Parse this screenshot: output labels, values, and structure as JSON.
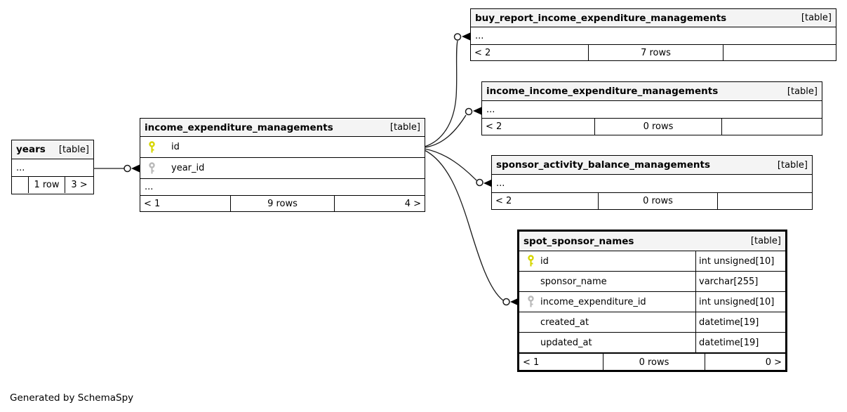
{
  "diagram": {
    "generator_note": "Generated by SchemaSpy"
  },
  "colors": {
    "primary_key": "#d6d600",
    "foreign_key": "#b9b9b9",
    "header_bg": "#f4f4f4",
    "border": "#000000",
    "line": "#1a1a1a"
  },
  "tables": [
    {
      "name": "years",
      "tag": "[table]",
      "ellipsis": "...",
      "footer": {
        "parents": "",
        "rows": "1 row",
        "children": "3 >"
      }
    },
    {
      "name": "income_expenditure_managements",
      "tag": "[table]",
      "columns": [
        {
          "name": "id",
          "key": "primary"
        },
        {
          "name": "year_id",
          "key": "foreign"
        }
      ],
      "ellipsis": "...",
      "footer": {
        "parents": "< 1",
        "rows": "9 rows",
        "children": "4 >"
      }
    },
    {
      "name": "buy_report_income_expenditure_managements",
      "tag": "[table]",
      "ellipsis": "...",
      "footer": {
        "parents": "< 2",
        "rows": "7 rows",
        "children": ""
      }
    },
    {
      "name": "income_income_expenditure_managements",
      "tag": "[table]",
      "ellipsis": "...",
      "footer": {
        "parents": "< 2",
        "rows": "0 rows",
        "children": ""
      }
    },
    {
      "name": "sponsor_activity_balance_managements",
      "tag": "[table]",
      "ellipsis": "...",
      "footer": {
        "parents": "< 2",
        "rows": "0 rows",
        "children": ""
      }
    },
    {
      "name": "spot_sponsor_names",
      "tag": "[table]",
      "columns": [
        {
          "name": "id",
          "type": "int unsigned[10]",
          "key": "primary"
        },
        {
          "name": "sponsor_name",
          "type": "varchar[255]",
          "key": ""
        },
        {
          "name": "income_expenditure_id",
          "type": "int unsigned[10]",
          "key": "foreign"
        },
        {
          "name": "created_at",
          "type": "datetime[19]",
          "key": ""
        },
        {
          "name": "updated_at",
          "type": "datetime[19]",
          "key": ""
        }
      ],
      "ellipsis": "...",
      "footer": {
        "parents": "< 1",
        "rows": "0 rows",
        "children": "0 >"
      }
    }
  ]
}
